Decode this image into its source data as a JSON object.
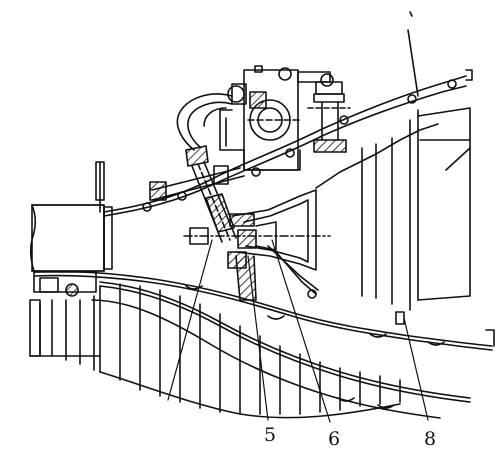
{
  "labels": {
    "five": "5",
    "six": "6",
    "eight": "8"
  },
  "colors": {
    "ink": "#111111",
    "paper": "#ffffff"
  }
}
